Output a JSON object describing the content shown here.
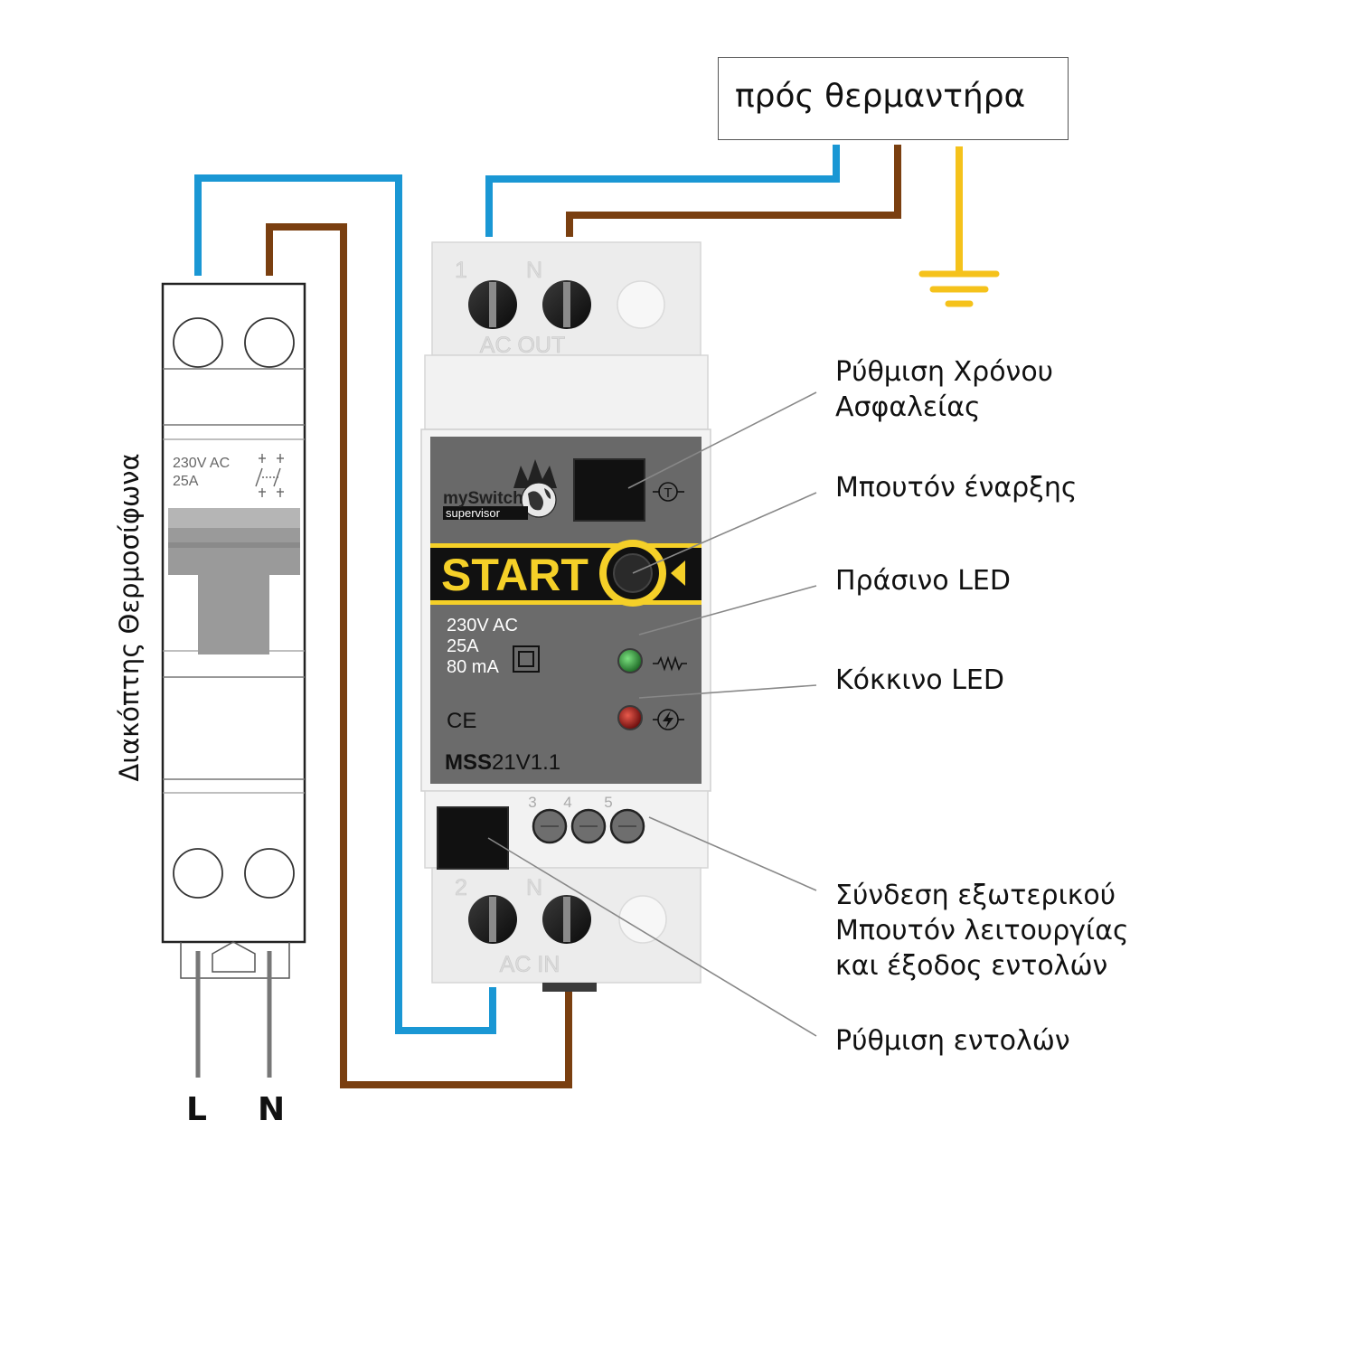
{
  "heater_label": "πρός θερμαντήρα",
  "breaker": {
    "label": "Διακόπτης Θερμοσίφωνα",
    "rating_voltage": "230V AC",
    "rating_current": "25A"
  },
  "mains": {
    "line": "L",
    "neutral": "N"
  },
  "device": {
    "brand": "mySwitch",
    "brand_sub": "supervisor",
    "start_label": "START",
    "spec_voltage": "230V AC",
    "spec_current": "25A",
    "spec_leakage": "80 mA",
    "ce_mark": "CE",
    "model_bold": "MSS",
    "model_rest": "21V1.1",
    "timer_symbol": "T",
    "out_terminal_1": "1",
    "out_terminal_n": "N",
    "out_label": "AC OUT",
    "in_terminal_2": "2",
    "in_terminal_n": "N",
    "in_label": "AC IN",
    "aux_terminal_3": "3",
    "aux_terminal_4": "4",
    "aux_terminal_5": "5"
  },
  "callouts": {
    "safety_time": "Ρύθμιση Χρόνου\nΑσφαλείας",
    "start_button": "Μπουτόν έναρξης",
    "green_led": "Πράσινο LED",
    "red_led": "Κόκκινο LED",
    "external_connection": "Σύνδεση εξωτερικού\nΜπουτόν λειτουργίας\nκαι έξοδος εντολών",
    "command_setting": "Ρύθμιση εντολών"
  },
  "colors": {
    "neutral_wire": "#1a97d4",
    "live_wire": "#7a3f10",
    "earth_wire": "#f5c21b",
    "start_accent": "#f5d028",
    "panel_gray": "#6b6b6b",
    "green_led": "#2f9a3a",
    "red_led": "#b81c1c"
  }
}
